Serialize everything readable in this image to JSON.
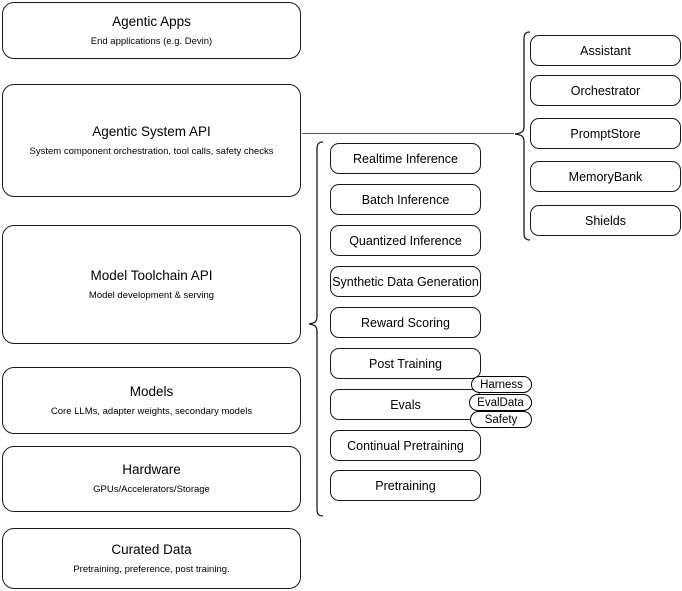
{
  "diagram": {
    "title": "AI Stack Layers Architecture Diagram",
    "stroke_color": "#1a1a1a",
    "background_color": "#ffffff",
    "connector_color": "#555555",
    "left_stack": [
      {
        "id": "agentic-apps",
        "title": "Agentic Apps",
        "subtitle": "End applications (e.g. Devin)"
      },
      {
        "id": "agentic-system-api",
        "title": "Agentic System API",
        "subtitle": "System component orchestration, tool calls, safety checks"
      },
      {
        "id": "model-toolchain-api",
        "title": "Model Toolchain API",
        "subtitle": "Model development & serving"
      },
      {
        "id": "models",
        "title": "Models",
        "subtitle": "Core LLMs, adapter weights, secondary models"
      },
      {
        "id": "hardware",
        "title": "Hardware",
        "subtitle": "GPUs/Accelerators/Storage"
      },
      {
        "id": "curated-data",
        "title": "Curated Data",
        "subtitle": "Pretraining, preference, post training."
      }
    ],
    "toolchain_capabilities": [
      {
        "id": "realtime-inference",
        "label": "Realtime Inference"
      },
      {
        "id": "batch-inference",
        "label": "Batch Inference"
      },
      {
        "id": "quantized-inference",
        "label": "Quantized Inference"
      },
      {
        "id": "synthetic-data-generation",
        "label": "Synthetic Data Generation"
      },
      {
        "id": "reward-scoring",
        "label": "Reward Scoring"
      },
      {
        "id": "post-training",
        "label": "Post Training"
      },
      {
        "id": "evals",
        "label": "Evals"
      },
      {
        "id": "continual-pretraining",
        "label": "Continual Pretraining"
      },
      {
        "id": "pretraining",
        "label": "Pretraining"
      }
    ],
    "evals_tags": [
      {
        "id": "harness",
        "label": "Harness"
      },
      {
        "id": "evaldata",
        "label": "EvalData"
      },
      {
        "id": "safety",
        "label": "Safety"
      }
    ],
    "agentic_components": [
      {
        "id": "assistant",
        "label": "Assistant"
      },
      {
        "id": "orchestrator",
        "label": "Orchestrator"
      },
      {
        "id": "promptstore",
        "label": "PromptStore"
      },
      {
        "id": "memorybank",
        "label": "MemoryBank"
      },
      {
        "id": "shields",
        "label": "Shields"
      }
    ]
  }
}
